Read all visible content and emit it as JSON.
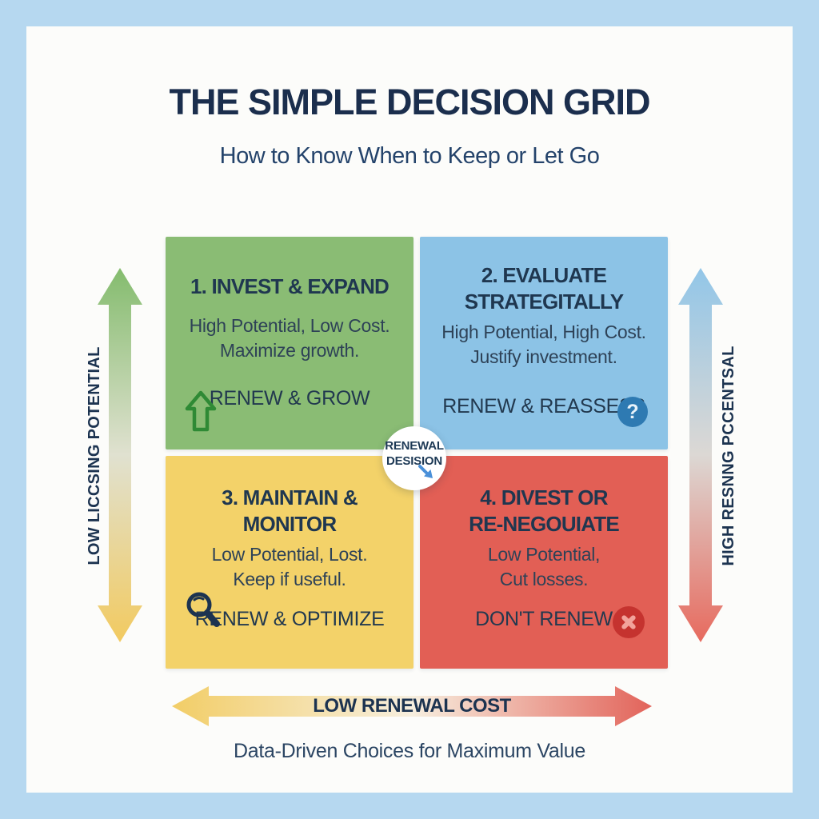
{
  "page": {
    "title": "THE SIMPLE DECISION GRID",
    "subtitle": "How to Know When to Keep or Let Go",
    "footer": "Data-Driven Choices for Maximum Value"
  },
  "quadrants": [
    {
      "title_lines": [
        "1. INVEST & EXPAND",
        ""
      ],
      "desc": [
        "High Potential, Low Cost.",
        "Maximize growth."
      ],
      "action": "RENEW & GROW",
      "icon": "up-arrow-icon",
      "bg": "#8abc74"
    },
    {
      "title_lines": [
        "2. EVALUATE",
        "STRATEGITALLY"
      ],
      "desc": [
        "High Potential, High Cost.",
        "Justify investment."
      ],
      "action": "RENEW & REASSESS",
      "icon": "question-mark-icon",
      "bg": "#8cc3e6"
    },
    {
      "title_lines": [
        "3. MAINTAIN &",
        "MONITOR"
      ],
      "desc": [
        "Low Potential, Lost.",
        "Keep if useful."
      ],
      "action": "RENEW & OPTIMIZE",
      "icon": "magnifier-icon",
      "bg": "#f3d269"
    },
    {
      "title_lines": [
        "4. DIVEST OR",
        "RE-NEGOUIATE"
      ],
      "desc": [
        "Low Potential,",
        "Cut losses."
      ],
      "action": "DON'T RENEW",
      "icon": "x-mark-icon",
      "bg": "#e25f55"
    }
  ],
  "center": {
    "line1": "RENEWAL",
    "line2": "DESISION",
    "icon": "arrow-down-right-icon"
  },
  "axes": {
    "left": "LOW LICCSING POTENTIAL",
    "right": "HIGH RESNNG PCCENTSAL",
    "bottom": "LOW RENEWAL COST"
  },
  "icons": {
    "question_glyph": "?"
  },
  "colors": {
    "background": "#b6d8f0",
    "card": "#fcfcfa",
    "navy_text": "#1e3a56",
    "quad1_green": "#8abc74",
    "quad2_blue": "#8cc3e6",
    "quad3_yellow": "#f3d269",
    "quad4_red": "#e25f55",
    "icon_green": "#2f8a35",
    "icon_blue_circle": "#2e7ab2",
    "icon_red_circle": "#c5332f",
    "center_arrow_blue": "#4a90d9",
    "left_arrow_gradient": [
      "#84bc6e",
      "#e0e1d0",
      "#f2ca60"
    ],
    "right_arrow_gradient": [
      "#92c6e8",
      "#dcd8d4",
      "#e76a5e"
    ],
    "bottom_arrow_gradient": [
      "#f2cd66",
      "#f7efdf",
      "#e2635a"
    ]
  }
}
